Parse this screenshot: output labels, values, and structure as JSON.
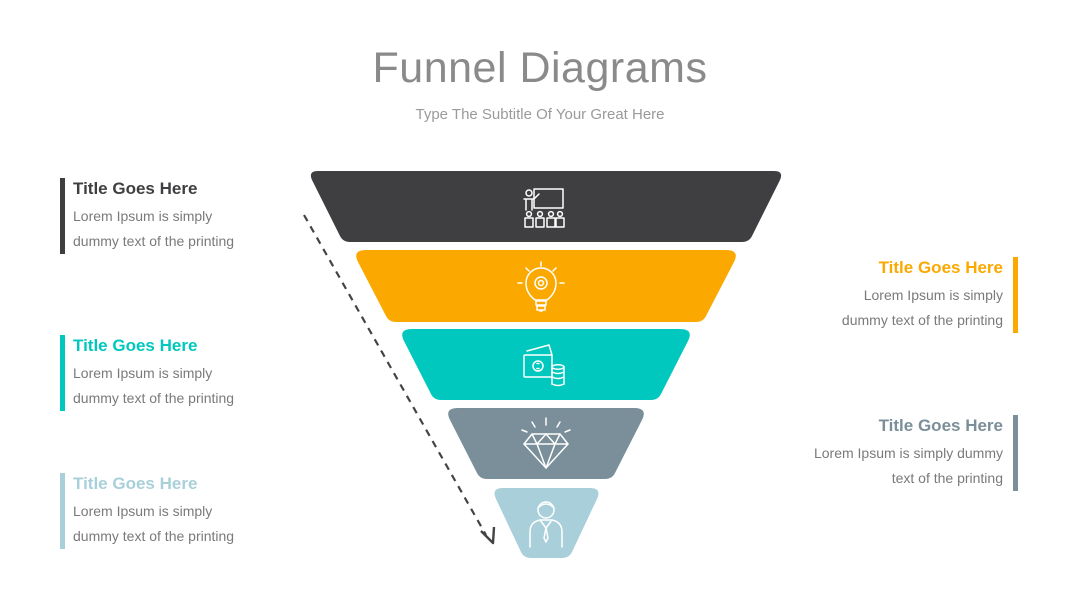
{
  "header": {
    "title": "Funnel Diagrams",
    "subtitle": "Type The Subtitle Of Your Great Here"
  },
  "notes": [
    {
      "title": "Title Goes Here",
      "text1": "Lorem Ipsum is simply",
      "text2": "dummy text of the printing",
      "color": "#3f3f41"
    },
    {
      "title": "Title Goes Here",
      "text1": "Lorem Ipsum is simply",
      "text2": "dummy text of the printing",
      "color": "#fba900"
    },
    {
      "title": "Title Goes Here",
      "text1": "Lorem Ipsum is simply",
      "text2": "dummy text of the printing",
      "color": "#00c8be"
    },
    {
      "title": "Title Goes Here",
      "text1": "Lorem Ipsum is simply dummy",
      "text2": "text of the printing",
      "color": "#7a8f99"
    },
    {
      "title": "Title Goes Here",
      "text1": "Lorem Ipsum is simply",
      "text2": "dummy text of the printing",
      "color": "#a9d0da"
    }
  ],
  "funnel_layers": [
    {
      "color": "#3f3f41",
      "icon": "presentation-icon"
    },
    {
      "color": "#fba900",
      "icon": "lightbulb-gear-icon"
    },
    {
      "color": "#00c8be",
      "icon": "money-coins-icon"
    },
    {
      "color": "#7a8f99",
      "icon": "diamond-icon"
    },
    {
      "color": "#a9d0da",
      "icon": "businessman-icon"
    }
  ]
}
